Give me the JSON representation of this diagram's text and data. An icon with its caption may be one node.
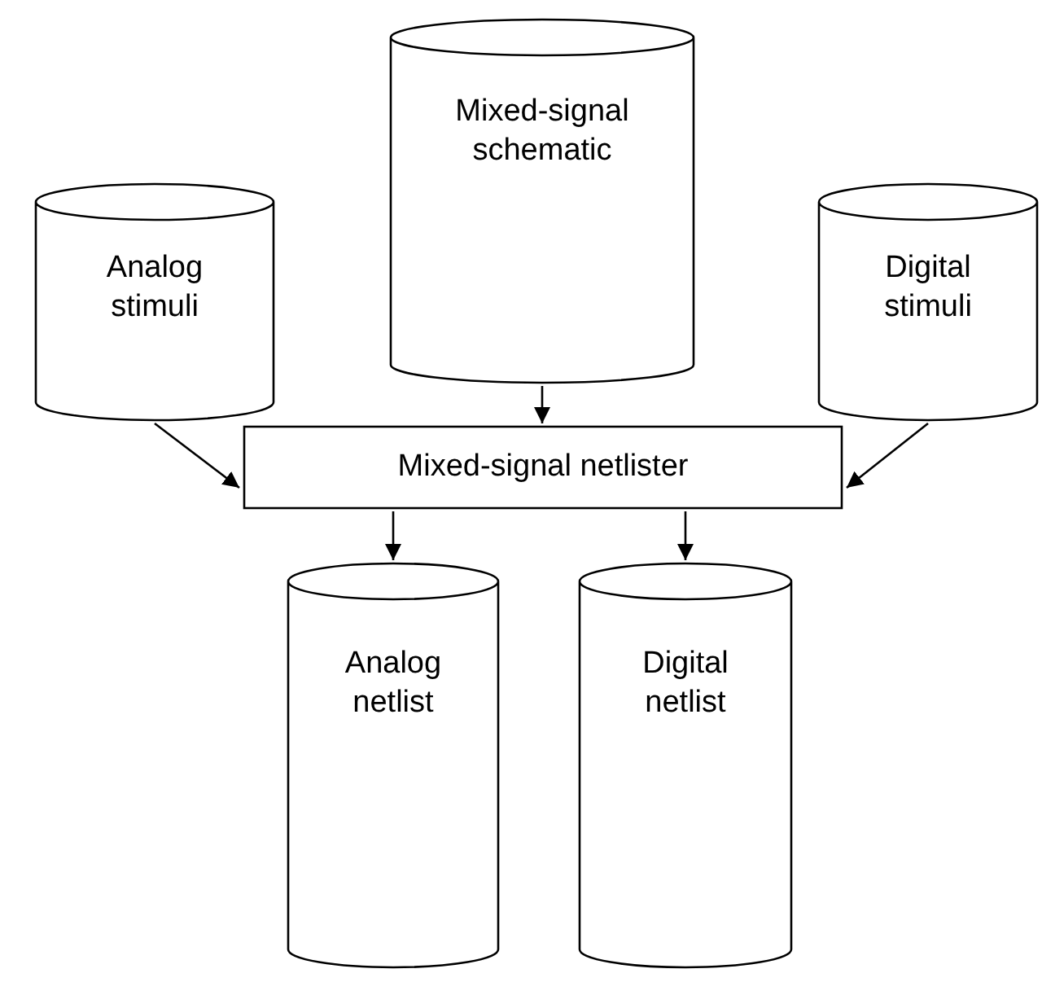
{
  "diagram": {
    "nodes": [
      {
        "text": [
          "Analog stimuli"
        ]
      },
      {
        "text": [
          "Mixed-signal schematic"
        ]
      },
      {
        "text": [
          "Digital stimuli"
        ]
      },
      {
        "text": [
          "Mixed-signal netlister"
        ]
      },
      {
        "text": [
          "Analog netlist"
        ]
      },
      {
        "text": [
          "Digital netlist"
        ]
      }
    ],
    "edges": [
      {
        "from": 0,
        "to": 3,
        "arrow": "to"
      },
      {
        "from": 1,
        "to": 3,
        "arrow": "to"
      },
      {
        "from": 2,
        "to": 3,
        "arrow": "to"
      },
      {
        "from": 3,
        "to": 4,
        "arrow": "to"
      },
      {
        "from": 3,
        "to": 5,
        "arrow": "to"
      }
    ]
  }
}
